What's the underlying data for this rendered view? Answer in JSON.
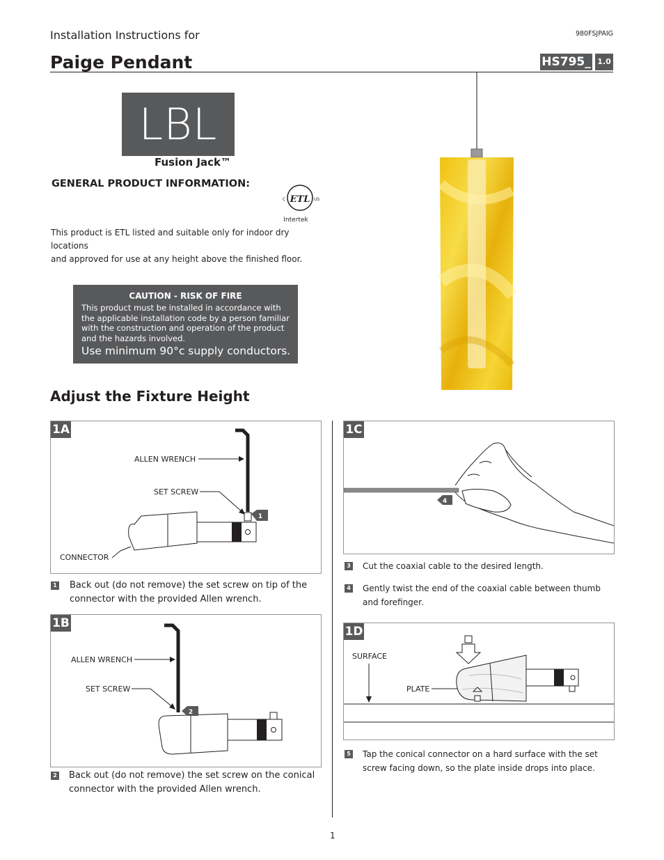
{
  "header": {
    "subtitle": "Installation Instructions for",
    "doc_code": "980FSJPAIG",
    "title": "Paige Pendant",
    "model": "HS795_",
    "version": "1.0"
  },
  "logo": {
    "text": "LBL",
    "tagline": "Fusion Jack™"
  },
  "general": {
    "heading": "GENERAL PRODUCT INFORMATION:",
    "etl_brand": "Intertek",
    "etl_c": "C",
    "etl_us": "US",
    "etl_mark": "ETL",
    "line1": "This product is ETL listed and suitable only for indoor dry locations",
    "line2": "and approved for use at any height above the finished floor."
  },
  "caution": {
    "title": "CAUTION - RISK OF FIRE",
    "body": "This product must be installed in accordance with the applicable installation code by a person familiar with the construction and operation of the product and the hazards involved.",
    "conductors": "Use minimum 90°c supply conductors."
  },
  "section_title": "Adjust the Fixture Height",
  "step1A": {
    "tag": "1A",
    "labels": {
      "wrench": "ALLEN WRENCH",
      "screw": "SET SCREW",
      "connector": "CONNECTOR"
    },
    "badge": "1",
    "num": "1",
    "text": "Back out (do not remove) the set screw on tip of the connector with the provided Allen wrench."
  },
  "step1B": {
    "tag": "1B",
    "labels": {
      "wrench": "ALLEN WRENCH",
      "screw": "SET SCREW"
    },
    "badge": "2",
    "num": "2",
    "text": "Back out (do not remove) the set screw on the conical connector with the provided Allen wrench."
  },
  "step1C": {
    "tag": "1C",
    "badge": "4",
    "step3_num": "3",
    "step3_text": "Cut the coaxial cable to the desired length.",
    "step4_num": "4",
    "step4_text": "Gently twist the end of the coaxial cable between thumb and forefinger."
  },
  "step1D": {
    "tag": "1D",
    "labels": {
      "surface": "SURFACE",
      "plate": "PLATE"
    },
    "num": "5",
    "text": "Tap the conical connector on a hard surface with the set screw facing down, so the plate inside drops into place."
  },
  "page_number": "1",
  "colors": {
    "panel": "#58595b",
    "glass": "#f2c514"
  }
}
